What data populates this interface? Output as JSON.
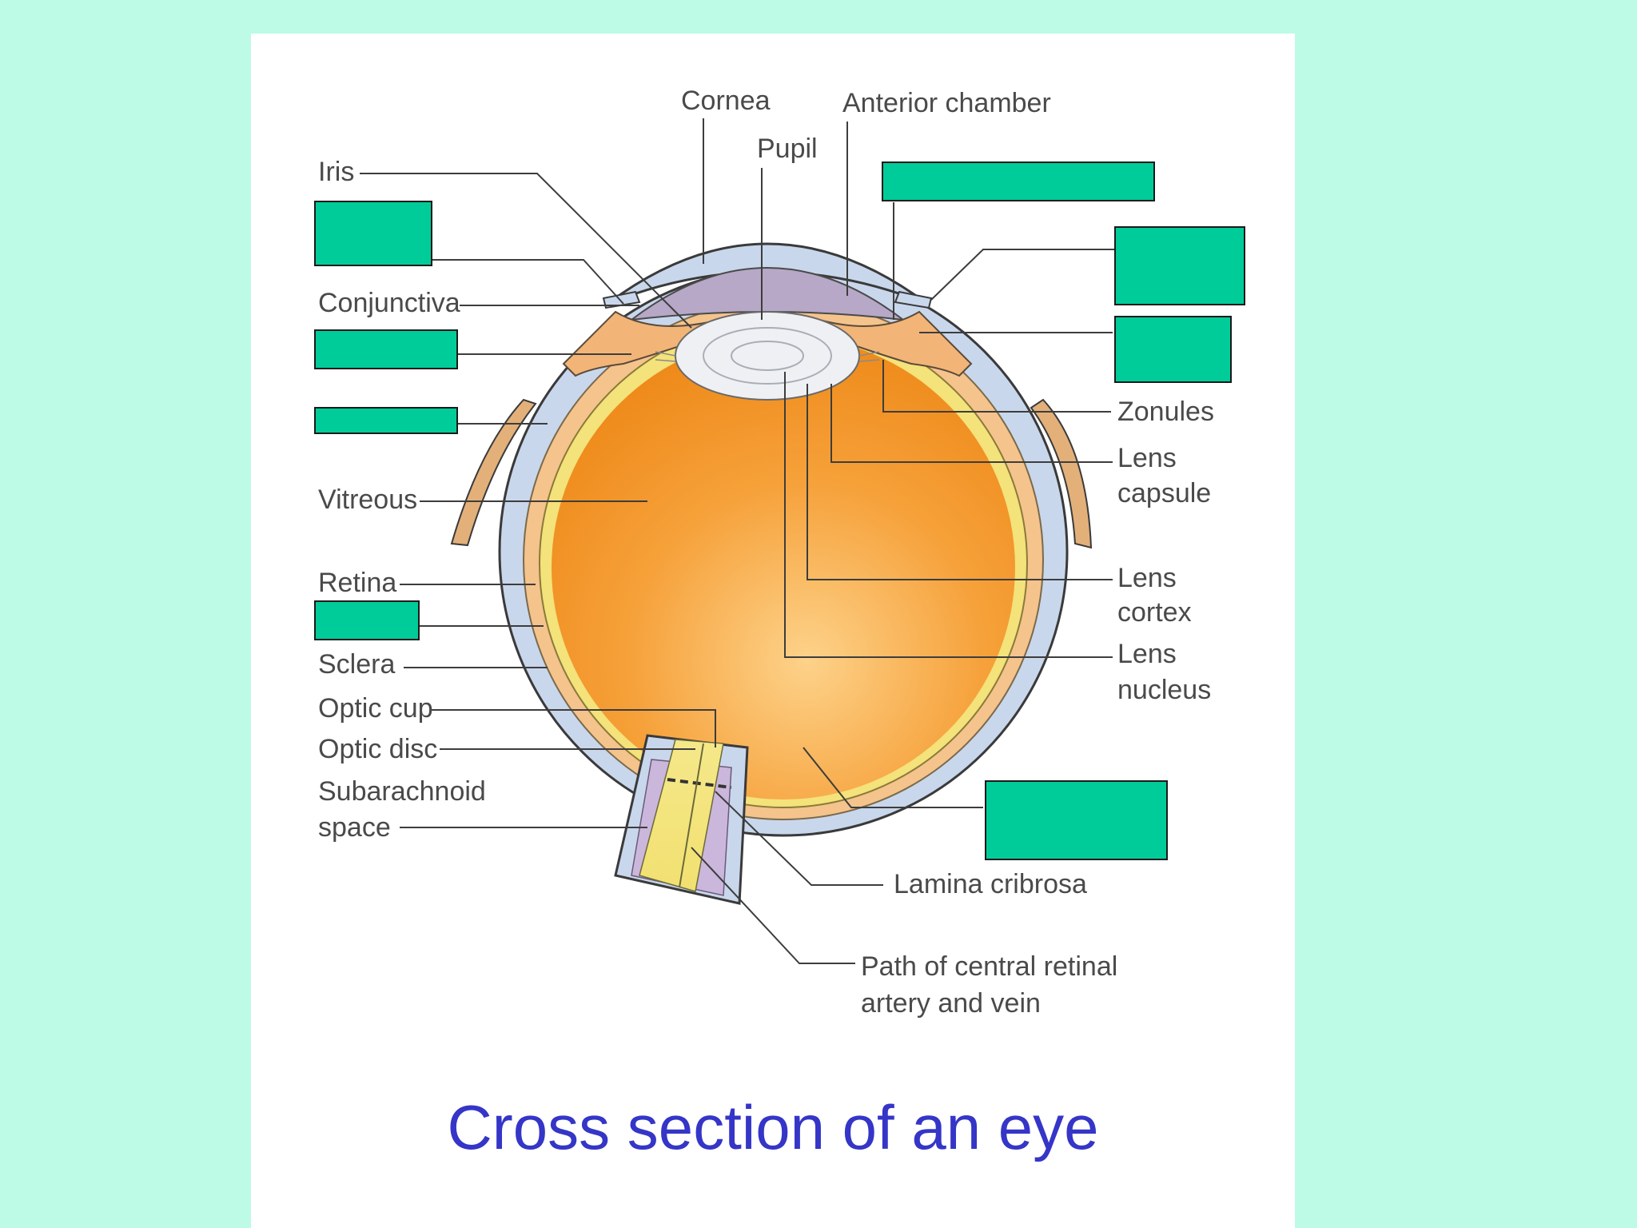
{
  "caption": "Cross section of an eye",
  "labels": {
    "cornea": "Cornea",
    "anterior_chamber": "Anterior chamber",
    "pupil": "Pupil",
    "iris": "Iris",
    "conjunctiva": "Conjunctiva",
    "vitreous": "Vitreous",
    "retina": "Retina",
    "sclera": "Sclera",
    "optic_cup": "Optic cup",
    "optic_disc": "Optic disc",
    "subarachnoid_1": "Subarachnoid",
    "subarachnoid_2": "space",
    "zonules": "Zonules",
    "lens_capsule_1": "Lens",
    "lens_capsule_2": "capsule",
    "lens_cortex_1": "Lens",
    "lens_cortex_2": "cortex",
    "lens_nucleus_1": "Lens",
    "lens_nucleus_2": "nucleus",
    "lamina_cribrosa": "Lamina cribrosa",
    "path_1": "Path of central retinal",
    "path_2": "artery and vein"
  },
  "colors": {
    "background": "#bdfbe7",
    "blank_box": "#00cc99",
    "caption": "#3535c8"
  }
}
